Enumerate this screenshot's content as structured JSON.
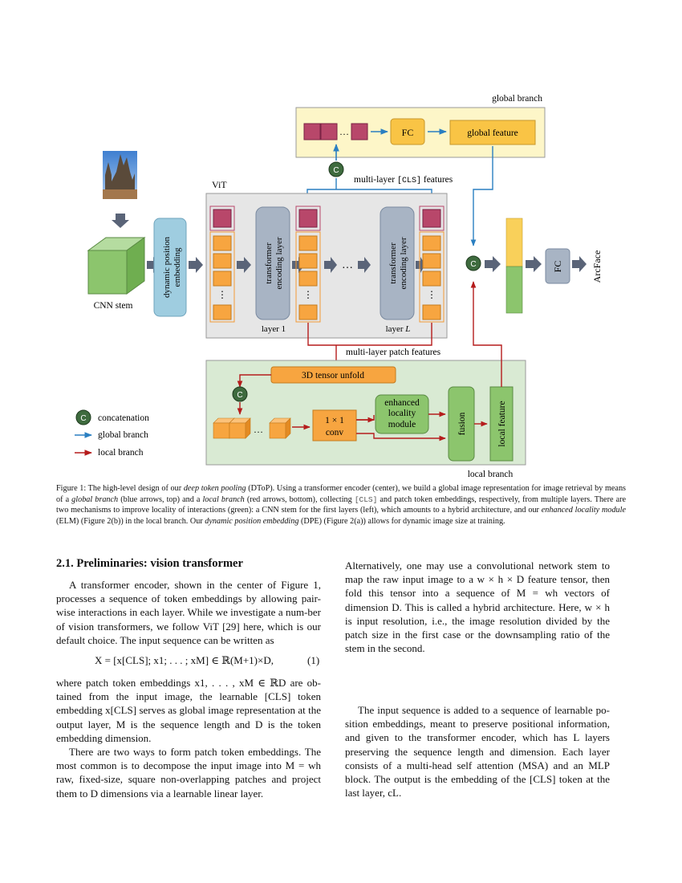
{
  "figure": {
    "labels": {
      "global_branch_top": "global branch",
      "fc_top": "FC",
      "global_feature": "global feature",
      "multilayer_cls_prefix": "multi-layer ",
      "multilayer_cls_token": "[CLS]",
      "multilayer_cls_suffix": " features",
      "vit": "ViT",
      "cnn_stem": "CNN stem",
      "dpe_line1": "dynamic position",
      "dpe_line2": "embedding",
      "tel_line1": "transformer",
      "tel_line2": "encoding layer",
      "layer1": "layer 1",
      "layerL_prefix": "layer ",
      "layerL_var": "L",
      "fc_right": "FC",
      "arcface": "ArcFace",
      "multilayer_patch": "multi-layer patch features",
      "tensor_unfold": "3D tensor unfold",
      "conv_line1": "1 × 1",
      "conv_line2": "conv",
      "elm_line1": "enhanced",
      "elm_line2": "locality",
      "elm_line3": "module",
      "fusion": "fusion",
      "local_feature": "local feature",
      "local_branch_bottom": "local branch",
      "concat_symbol": "C",
      "ellipsis": "…",
      "vdots": "⋮"
    },
    "legend": {
      "concatenation": "concatenation",
      "global": "global branch",
      "local": "local branch"
    },
    "colors": {
      "global_blue": "#2a7fc1",
      "local_red": "#b51c1c",
      "orange": "#f7a540",
      "cls_red": "#b8476a",
      "green": "#8cc56d",
      "light_blue": "#9fcde0",
      "gray_blue": "#a8b4c4",
      "yellow_panel": "#fdf6c8",
      "green_panel": "#d9ead3"
    }
  },
  "caption": {
    "label": "Figure 1: The high-level design of our ",
    "t1": "deep token pooling",
    "t2": " (DToP). Using a transformer encoder (center), we build a global image representation for image retrieval by means of a ",
    "t3": "global branch",
    "t4": " (blue arrows, top) and a ",
    "t5": "local branch",
    "t6": " (red arrows, bottom), collecting ",
    "t7": "[CLS]",
    "t8": " and patch token embeddings, respectively, from multiple layers. There are two mechanisms to improve locality of interactions (green): a CNN stem for the first layers (left), which amounts to a hybrid architecture, and our ",
    "t9": "enhanced locality module",
    "t10": " (ELM) (Figure 2(b)) in the local branch. Our ",
    "t11": "dynamic position embedding",
    "t12": " (DPE) (Figure 2(a)) allows for dynamic image size at training."
  },
  "section": {
    "heading": "2.1. Preliminaries: vision transformer"
  },
  "left": {
    "p1": "A transformer encoder, shown in the center of Figure 1, processes a sequence of token embeddings by allowing pair-wise interactions in each layer. While we investigate a num-ber of vision transformers, we follow ViT [29] here, which is our default choice. The input sequence can be written as",
    "eq": "X = [x[CLS]; x1; . . . ; xM] ∈ ℝ(M+1)×D,",
    "eqnum": "(1)",
    "p2": "where patch token embeddings x1, . . . , xM ∈ ℝD are ob-tained from the input image, the learnable [CLS] token embedding x[CLS] serves as global image representation at the output layer, M is the sequence length and D is the token embedding dimension.",
    "p3": "There are two ways to form patch token embeddings. The most common is to decompose the input image into M = wh raw, fixed-size, square non-overlapping patches and project them to D dimensions via a learnable linear layer."
  },
  "right": {
    "p1": "Alternatively, one may use a convolutional network stem to map the raw input image to a w × h × D feature tensor, then fold this tensor into a sequence of M = wh vectors of dimension D. This is called a hybrid architecture. Here, w × h is input resolution, i.e., the image resolution divided by the patch size in the first case or the downsampling ratio of the stem in the second.",
    "p2": "The input sequence is added to a sequence of learnable po-sition embeddings, meant to preserve positional information, and given to the transformer encoder, which has L layers preserving the sequence length and dimension. Each layer consists of a multi-head self attention (MSA) and an MLP block. The output is the embedding of the [CLS] token at the last layer, cL."
  }
}
